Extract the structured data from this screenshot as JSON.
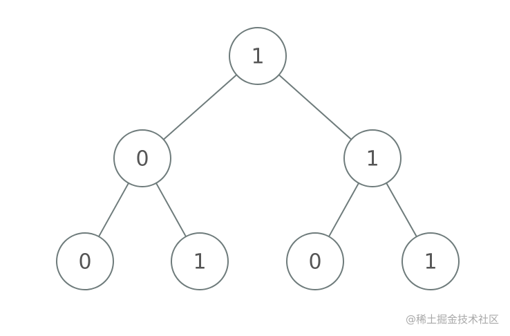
{
  "tree": {
    "nodes": [
      {
        "id": "root",
        "label": "1"
      },
      {
        "id": "left",
        "label": "0"
      },
      {
        "id": "right",
        "label": "1"
      },
      {
        "id": "left-left",
        "label": "0"
      },
      {
        "id": "left-right",
        "label": "1"
      },
      {
        "id": "right-left",
        "label": "0"
      },
      {
        "id": "right-right",
        "label": "1"
      }
    ],
    "edges": [
      [
        "root",
        "left"
      ],
      [
        "root",
        "right"
      ],
      [
        "left",
        "left-left"
      ],
      [
        "left",
        "left-right"
      ],
      [
        "right",
        "right-left"
      ],
      [
        "right",
        "right-right"
      ]
    ]
  },
  "colors": {
    "stroke": "#6e7b7b",
    "text": "#555555",
    "watermark": "#a8a8a8"
  },
  "watermark": {
    "text": "@稀土掘金技术社区"
  }
}
